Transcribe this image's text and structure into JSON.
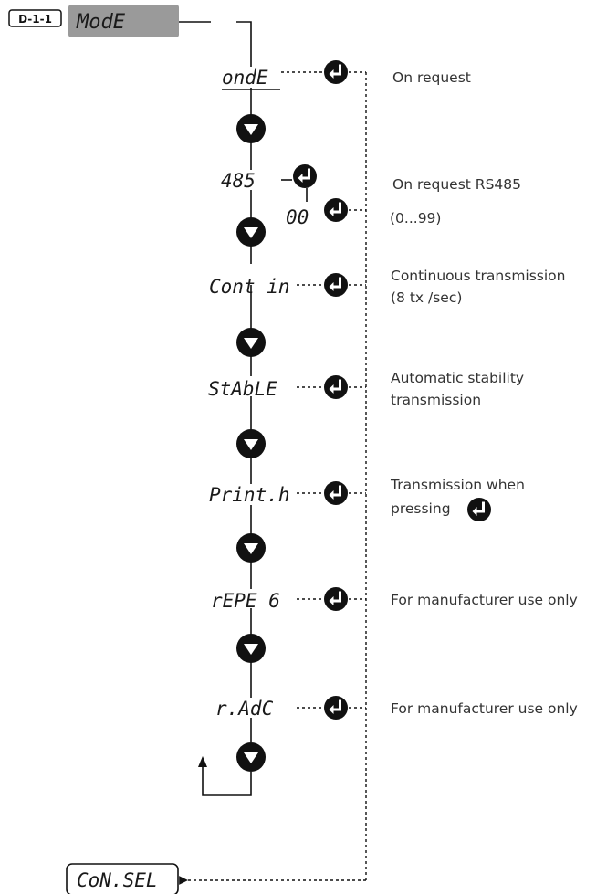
{
  "menu": {
    "code": "D-1-1",
    "title": "ModE",
    "items": [
      {
        "display": "ondE",
        "description_lines": [
          "On request"
        ]
      },
      {
        "display": "485",
        "sub_display": "00",
        "description_lines": [
          "On request RS485"
        ],
        "range": "(0...99)"
      },
      {
        "display": "Cont in",
        "description_lines": [
          "Continuous transmission",
          "(8 tx /sec)"
        ]
      },
      {
        "display": "StAbLE",
        "description_lines": [
          "Automatic stability",
          "transmission"
        ]
      },
      {
        "display": "Print.h",
        "description_lines": [
          "Transmission when",
          "pressing"
        ]
      },
      {
        "display": "rEPE 6",
        "description_lines": [
          "For manufacturer use only"
        ]
      },
      {
        "display": "r.AdC",
        "description_lines": [
          "For manufacturer use only"
        ]
      }
    ],
    "exit_display": "CoN.SEL"
  },
  "icons": {
    "enter": "enter-key-icon",
    "down": "down-arrow-key-icon"
  }
}
